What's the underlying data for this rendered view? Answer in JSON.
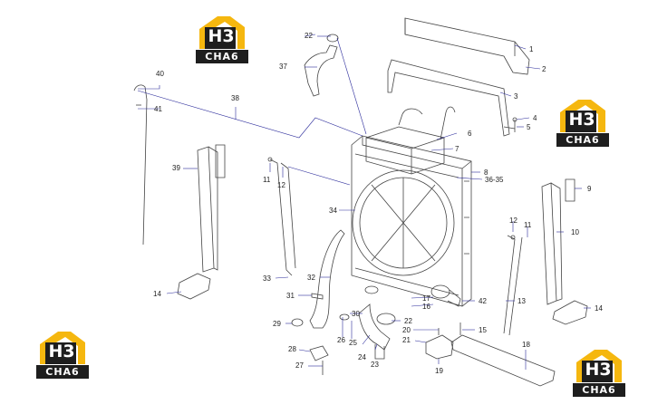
{
  "diagram": {
    "colors": {
      "line": "#444444",
      "leader": "#2a2a9a",
      "logo_yellow": "#f5b70f",
      "logo_dark": "#1e1e1e"
    },
    "logos": [
      {
        "mark": "H3",
        "caption": "CHA6"
      },
      {
        "mark": "H3",
        "caption": "CHA6"
      },
      {
        "mark": "H3",
        "caption": "CHA6"
      },
      {
        "mark": "H3",
        "caption": "CHA6"
      }
    ],
    "callouts": [
      "1",
      "2",
      "3",
      "4",
      "5",
      "6",
      "7",
      "8",
      "36-35",
      "9",
      "10",
      "11",
      "12",
      "13",
      "14",
      "15",
      "16",
      "17",
      "18",
      "19",
      "20",
      "21",
      "22",
      "23",
      "24",
      "25",
      "26",
      "27",
      "28",
      "29",
      "30",
      "31",
      "32",
      "33",
      "34",
      "37",
      "38",
      "39",
      "40",
      "41",
      "42"
    ],
    "left_callouts": {
      "n40": "40",
      "n41": "41",
      "n38": "38",
      "n39": "39",
      "n14": "14",
      "n11": "11",
      "n12": "12",
      "n33": "33",
      "n32": "32",
      "n31": "31",
      "n29": "29",
      "n28": "28",
      "n27": "27",
      "n26": "26",
      "n25": "25",
      "n30": "30",
      "n24": "24",
      "n23": "23",
      "n22b": "22",
      "n22": "22",
      "n37": "37",
      "n34": "34",
      "n17": "17",
      "n16": "16",
      "n21": "21",
      "n20": "20",
      "n19": "19"
    },
    "right_callouts": {
      "n1": "1",
      "n2": "2",
      "n3": "3",
      "n4": "4",
      "n5": "5",
      "n6": "6",
      "n7": "7",
      "n8": "8",
      "n3635": "36-35",
      "n9": "9",
      "n10": "10",
      "n12r": "12",
      "n11r": "11",
      "n13": "13",
      "n14r": "14",
      "n42": "42",
      "n15": "15",
      "n18": "18"
    }
  }
}
